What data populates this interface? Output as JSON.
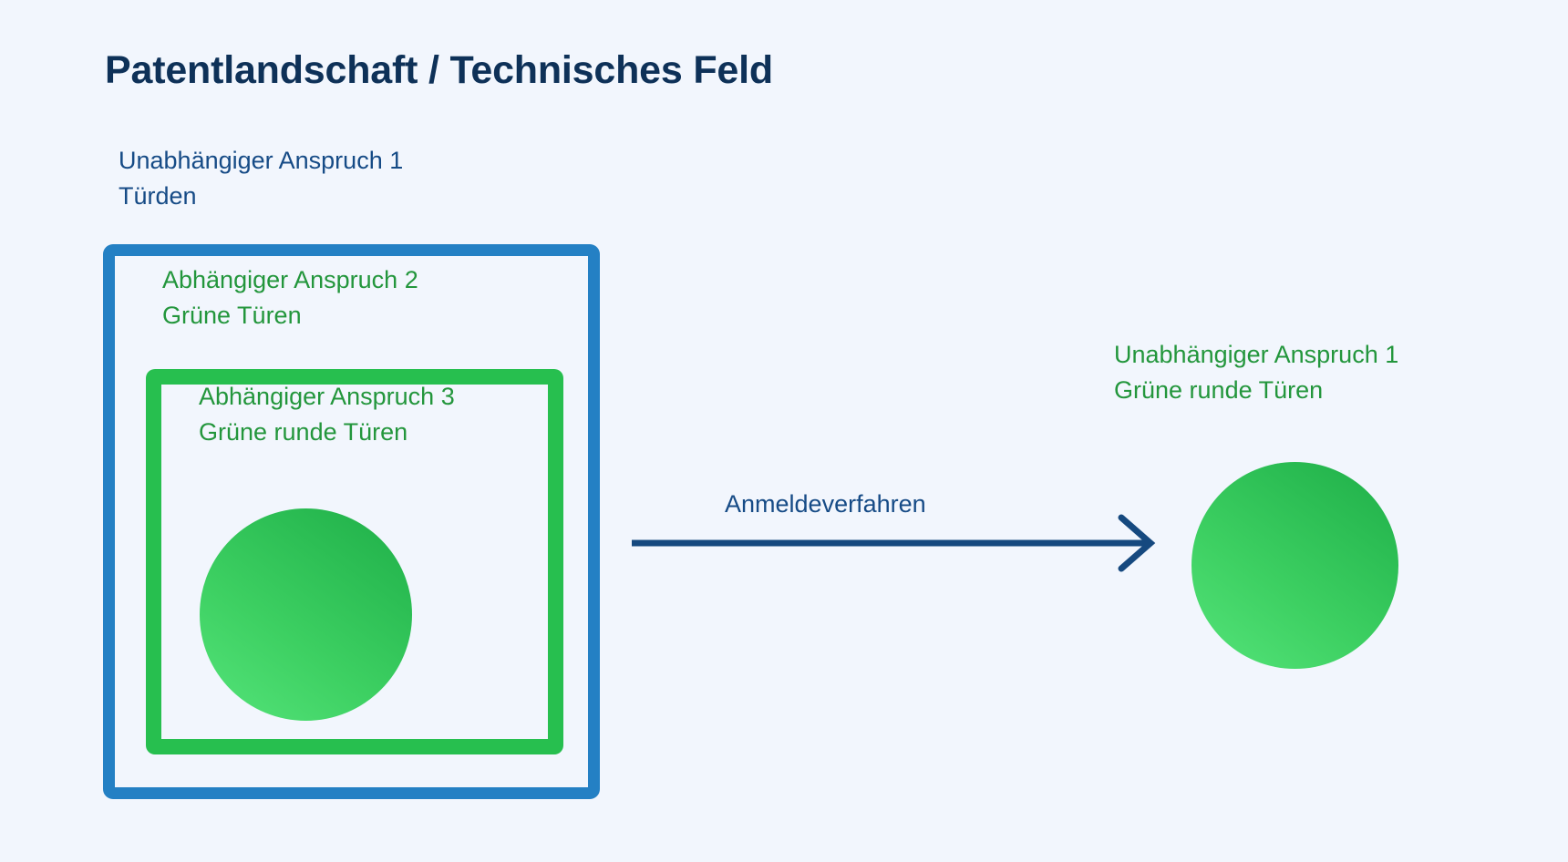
{
  "title": "Patentlandschaft / Technisches Feld",
  "colors": {
    "background": "#f2f6fd",
    "title": "#0e3158",
    "navy_text": "#164b86",
    "green_text": "#23963c",
    "outer_box_border": "#2480c4",
    "inner_box_border": "#27bf4f",
    "arrow": "#16497f",
    "circle_gradient_from": "#1fae48",
    "circle_gradient_to": "#55e47a"
  },
  "left_group": {
    "independent_claim": {
      "heading": "Unabhängiger Anspruch 1",
      "subject": "Türden",
      "full": "Unabhängiger Anspruch 1\nTürden"
    },
    "dependent_claim_2": {
      "heading": "Abhängiger Anspruch 2",
      "subject": "Grüne Türen",
      "full": "Abhängiger Anspruch 2\nGrüne Türen"
    },
    "dependent_claim_3": {
      "heading": "Abhängiger Anspruch 3",
      "subject": "Grüne runde Türen",
      "full": "Abhängiger Anspruch 3\nGrüne runde Türen"
    },
    "shape": "green-round-door-circle"
  },
  "transition": {
    "label": "Anmeldeverfahren",
    "direction": "left-to-right",
    "icon": "arrow-right-icon"
  },
  "right_group": {
    "granted_claim": {
      "heading": "Unabhängiger Anspruch 1",
      "subject": "Grüne runde Türen",
      "full": "Unabhängiger Anspruch 1\nGrüne runde Türen"
    },
    "shape": "green-round-door-circle"
  }
}
